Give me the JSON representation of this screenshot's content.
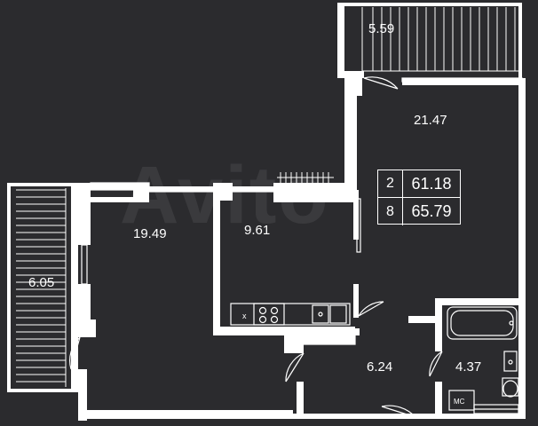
{
  "watermark": "Avito",
  "rooms": {
    "balcony_top": "5.59",
    "living_right": "21.47",
    "bedroom": "19.49",
    "kitchen": "9.61",
    "balcony_left": "6.05",
    "hallway": "6.24",
    "bathroom": "4.37"
  },
  "fixtures": {
    "dishwasher_mark": "x",
    "washer_mark": "MC"
  },
  "summary": {
    "rooms_count": "2",
    "living_area": "61.18",
    "floor": "8",
    "total_area": "65.79"
  },
  "colors": {
    "background": "#2b2b2e",
    "walls": "#ffffff"
  }
}
